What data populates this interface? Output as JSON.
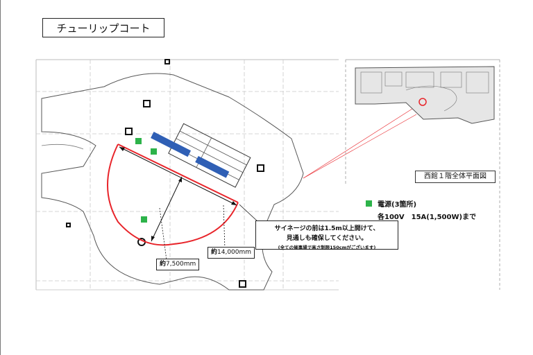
{
  "title": "チューリップコート",
  "inset": {
    "label": "西館１階全体平面図"
  },
  "legend": {
    "marker_color": "#2db34a",
    "title": "電源(3箇所)",
    "spec": "各100V　15A(1,500W)まで"
  },
  "note": {
    "line1": "サイネージの前は1.5m以上開けて、",
    "line2": "見通しも確保してください。",
    "line3": "(全ての催事場で高さ制限150cmがございます)"
  },
  "dimensions": {
    "width": {
      "prefix": "約",
      "value": "7,500mm"
    },
    "length": {
      "prefix": "約",
      "value": "14,000mm"
    }
  },
  "colors": {
    "area_outline": "#e8242a",
    "signage": "#2f5fb5",
    "power": "#2db34a"
  }
}
